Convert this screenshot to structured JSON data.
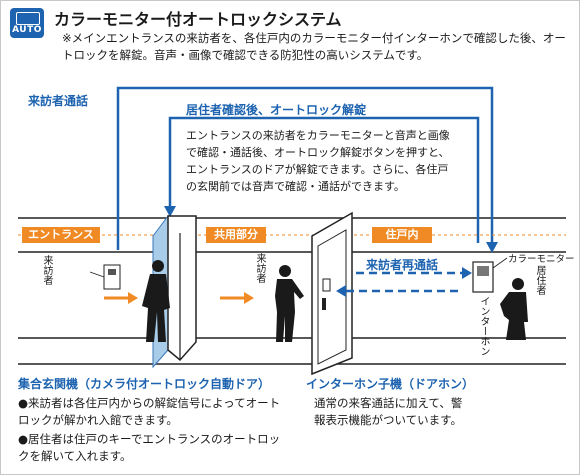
{
  "badge": {
    "label": "AUTO"
  },
  "header": {
    "title": "カラーモニター付オートロックシステム",
    "subtitle": "※メインエントランスの来訪者を、各住戸内のカラーモニター付インターホンで確認した後、オートロックを解錠。音声・画像で確認できる防犯性の高いシステムです。"
  },
  "flow": {
    "visitor_call": "来訪者通話",
    "resident_unlock": "居住者確認後、オートロック解錠",
    "description": "エントランスの来訪者をカラーモニターと音声と画像で確認・通話後、オートロック解錠ボタンを押すと、エントランスのドアが解錠できます。さらに、各住戸の玄関前では音声で確認・通話ができます。",
    "visitor_recall": "来訪者再通話"
  },
  "zones": {
    "entrance": "エントランス",
    "common": "共用部分",
    "unit": "住戸内"
  },
  "figures": {
    "visitor_left": "来訪者",
    "visitor_mid": "来訪者",
    "interphone_vertical": "インターホン",
    "resident": "居住者",
    "color_monitor": "カラーモニター"
  },
  "captions": {
    "left_title": "集合玄関機（カメラ付オートロック自動ドア）",
    "left_bullets": [
      "●来訪者は各住戸内からの解錠信号によってオートロックが解かれ入館できます。",
      "●居住者は住戸のキーでエントランスのオートロックを解いて入れます。"
    ],
    "right_title": "インターホン子機（ドアホン）",
    "right_text": "通常の来客通話に加えて、警報表示機能がついています。"
  },
  "colors": {
    "blue": "#1d63b0",
    "orange": "#f08a24",
    "door_blue": "#a9cde8"
  }
}
